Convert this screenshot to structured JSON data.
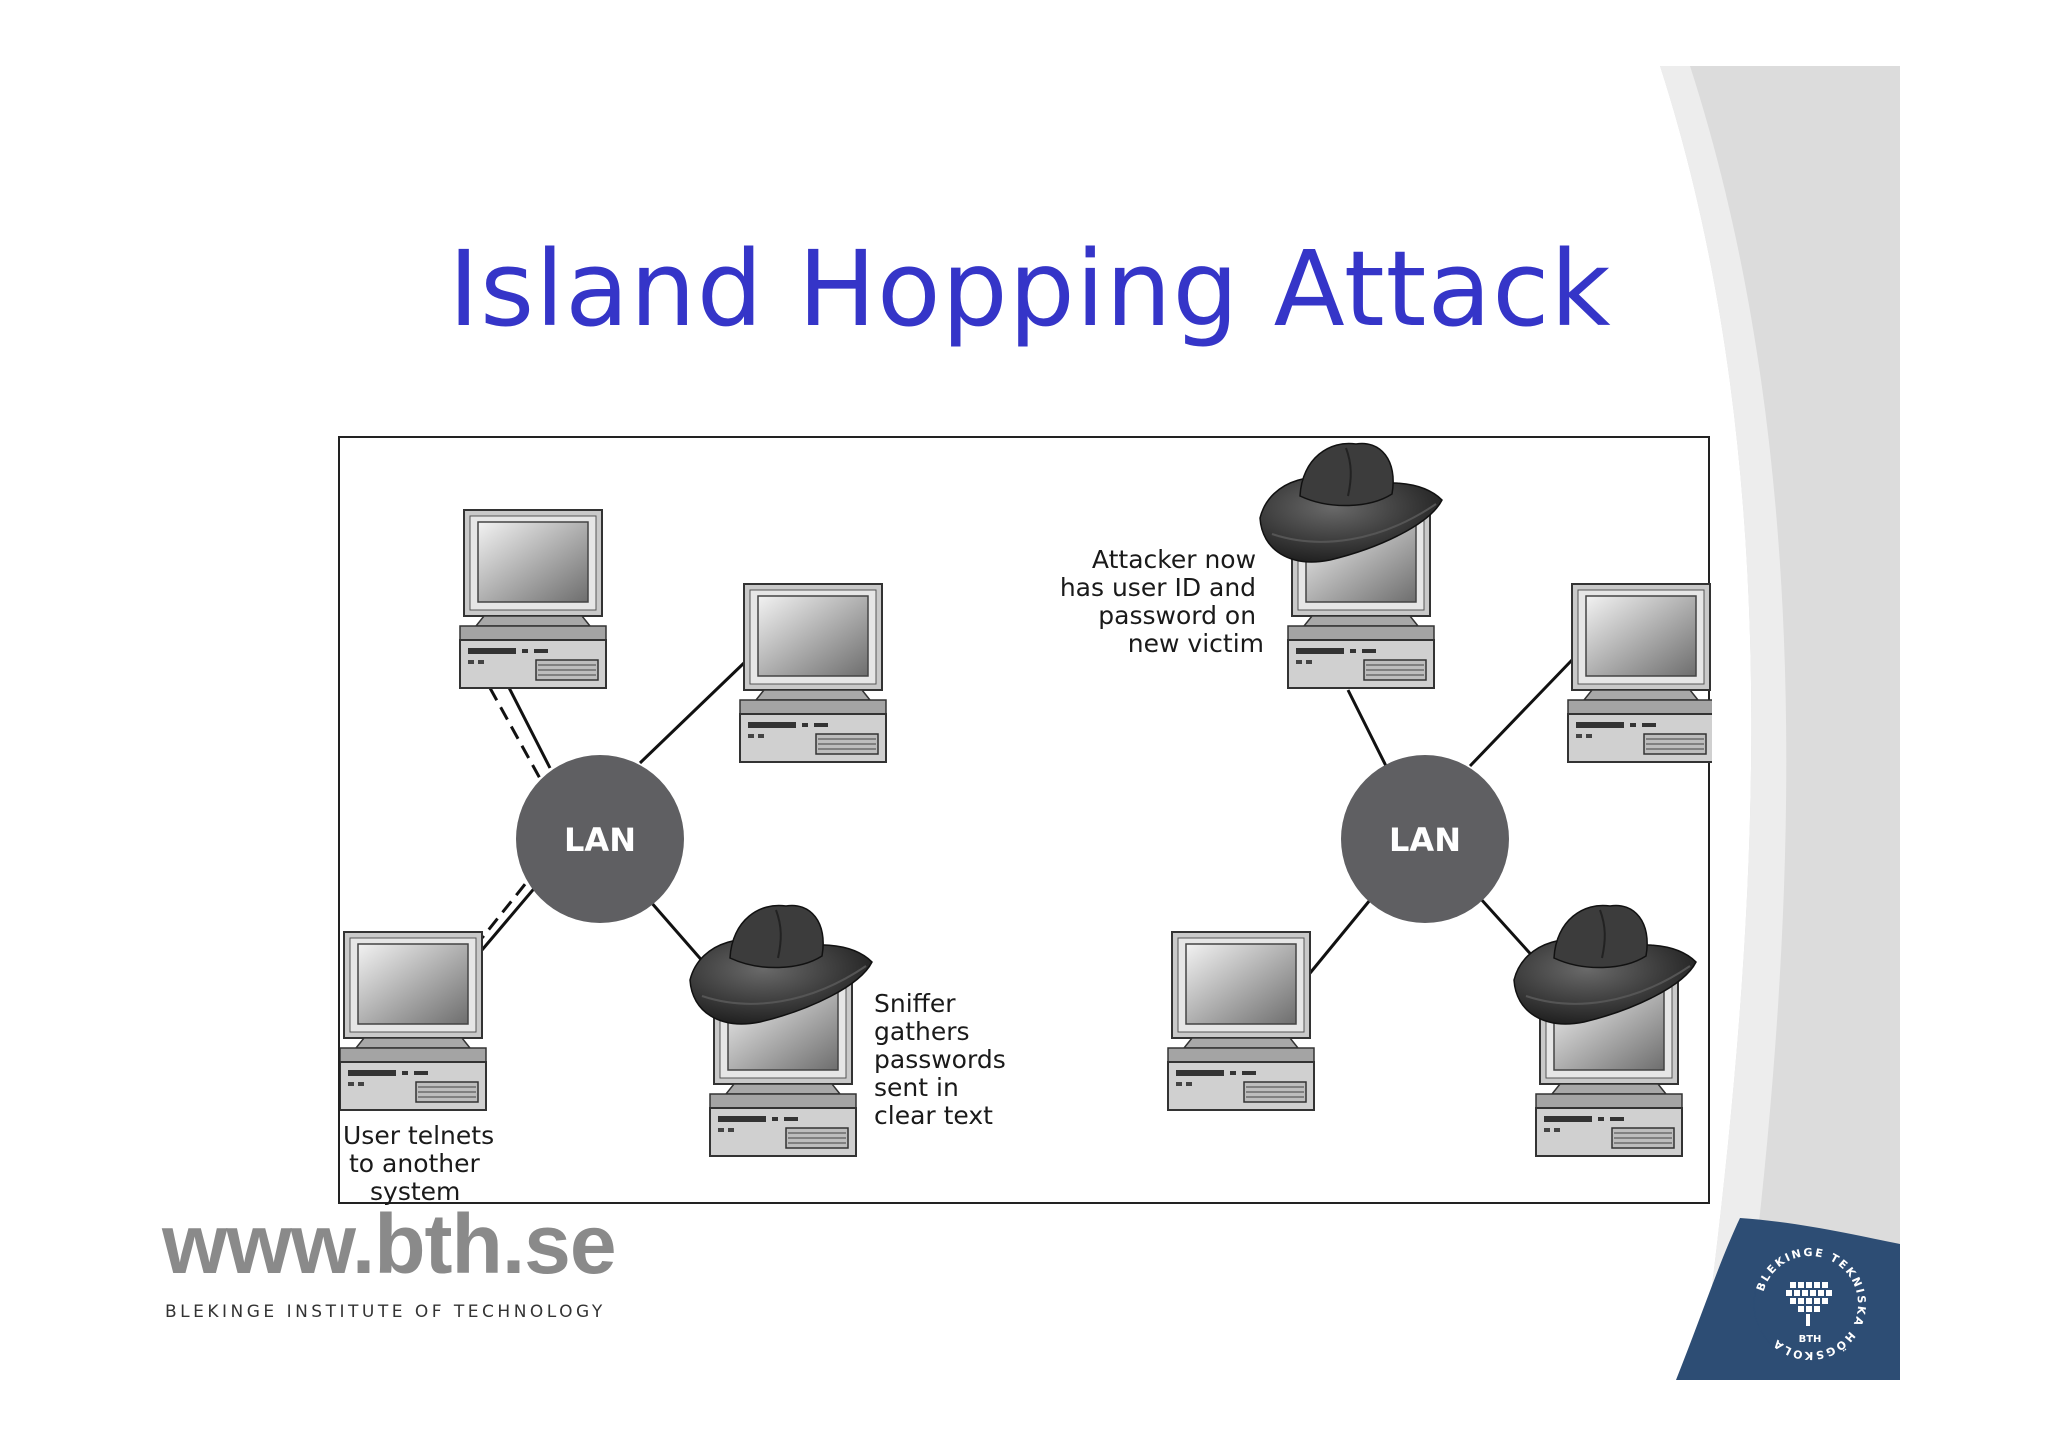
{
  "slide": {
    "title": "Island Hopping Attack",
    "website": "www.bth.se",
    "institution": "BLEKINGE INSTITUTE OF TECHNOLOGY",
    "logo": {
      "ring_text": "BLEKINGE TEKNISKA HÖGSKOLA",
      "short": "BTH",
      "color": "#2d4d74"
    },
    "accent_colors": {
      "title": "#3535c8",
      "lan_node": "#5f5f62",
      "hat": "#2b2b2b"
    }
  },
  "diagram": {
    "left_panel": {
      "lan_label": "LAN",
      "annotations": {
        "user": [
          "User telnets",
          "to another",
          "system"
        ],
        "sniffer": [
          "Sniffer",
          "gathers",
          "passwords",
          "sent in",
          "clear text"
        ]
      }
    },
    "right_panel": {
      "lan_label": "LAN",
      "annotations": {
        "attacker": [
          "Attacker now",
          "has user ID and",
          "password on",
          "new victim"
        ]
      }
    }
  }
}
